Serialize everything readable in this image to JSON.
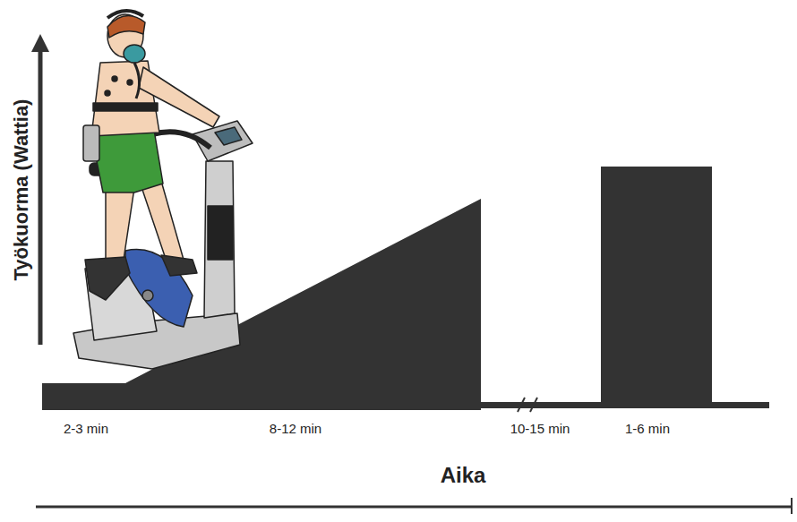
{
  "diagram": {
    "labels": [
      "Työkuorma (Wattia)",
      "2-3 min",
      "8-12 min",
      "10-15 min",
      "1-6 min",
      "Aika"
    ]
  }
}
